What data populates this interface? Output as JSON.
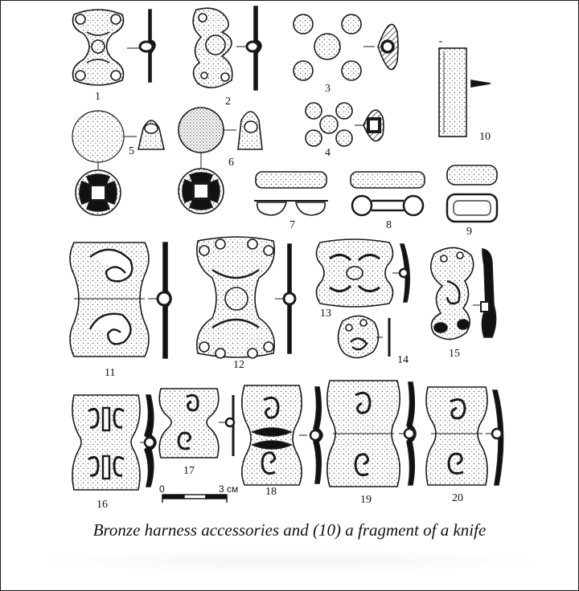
{
  "figure": {
    "caption": "Bronze harness accessories and (10) a fragment of a knife",
    "labels": [
      "1",
      "2",
      "3",
      "4",
      "5",
      "6",
      "7",
      "8",
      "9",
      "10",
      "11",
      "12",
      "13",
      "14",
      "15",
      "16",
      "17",
      "18",
      "19",
      "20"
    ],
    "scale": {
      "start": "0",
      "end": "3 см"
    }
  }
}
